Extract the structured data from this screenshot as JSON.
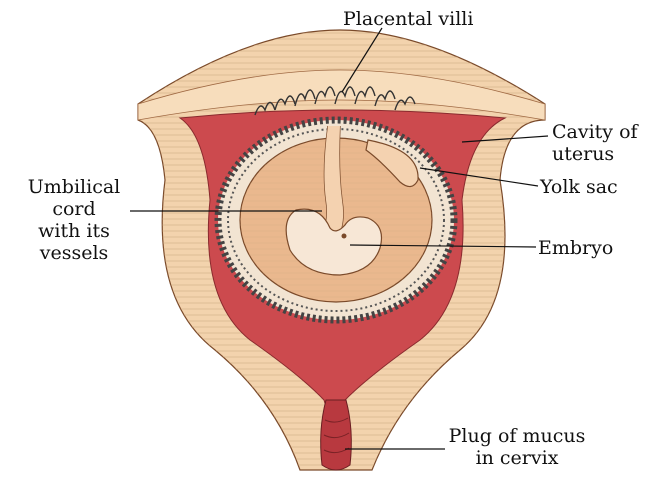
{
  "labels": {
    "placental_villi": "Placental villi",
    "cavity_of_uterus_1": "Cavity of",
    "cavity_of_uterus_2": "uterus",
    "yolk_sac": "Yolk sac",
    "umbilical_1": "Umbilical",
    "umbilical_2": "cord",
    "umbilical_3": "with its",
    "umbilical_4": "vessels",
    "embryo": "Embryo",
    "plug_1": "Plug of mucus",
    "plug_2": "in cervix"
  },
  "colors": {
    "uterine_wall": "#f3d3ad",
    "wall_stroke": "#7a4a2a",
    "endometrium": "#cc4a4e",
    "cavity": "#f6d8b8",
    "amnion": "#eab88e",
    "embryo": "#f7e7d6",
    "villi": "#444444"
  }
}
